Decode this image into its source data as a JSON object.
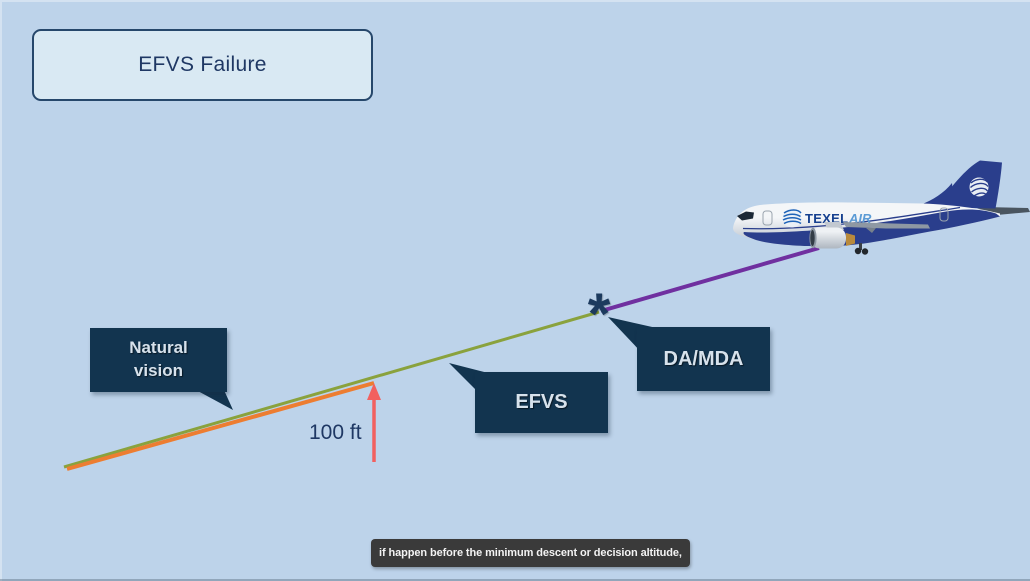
{
  "slide": {
    "title": "EFVS Failure",
    "background_color": "#bdd3ea",
    "title_box_fill": "#d9e9f3",
    "title_box_border": "#26476b",
    "title_text_color": "#1f3864"
  },
  "diagram": {
    "marker_symbol": "*",
    "altitude_label": "100 ft",
    "callouts": {
      "natural_vision_line1": "Natural",
      "natural_vision_line2": "vision",
      "efvs": "EFVS",
      "da_mda": "DA/MDA"
    },
    "colors": {
      "natural_vision_segment": "#ed7d31",
      "efvs_segment": "#8aa23d",
      "after_da_segment": "#7030a0",
      "altitude_arrow": "#f2605f",
      "callout_background": "#12344f",
      "callout_text": "#d7e2ec",
      "marker": "#1c3a5e"
    }
  },
  "aircraft": {
    "brand_primary": "TEXEL",
    "brand_secondary": "AIR",
    "livery_blue": "#2a3e8c"
  },
  "caption": {
    "text": "if happen before the minimum descent or decision altitude,",
    "background_color": "#3a3a3a"
  }
}
